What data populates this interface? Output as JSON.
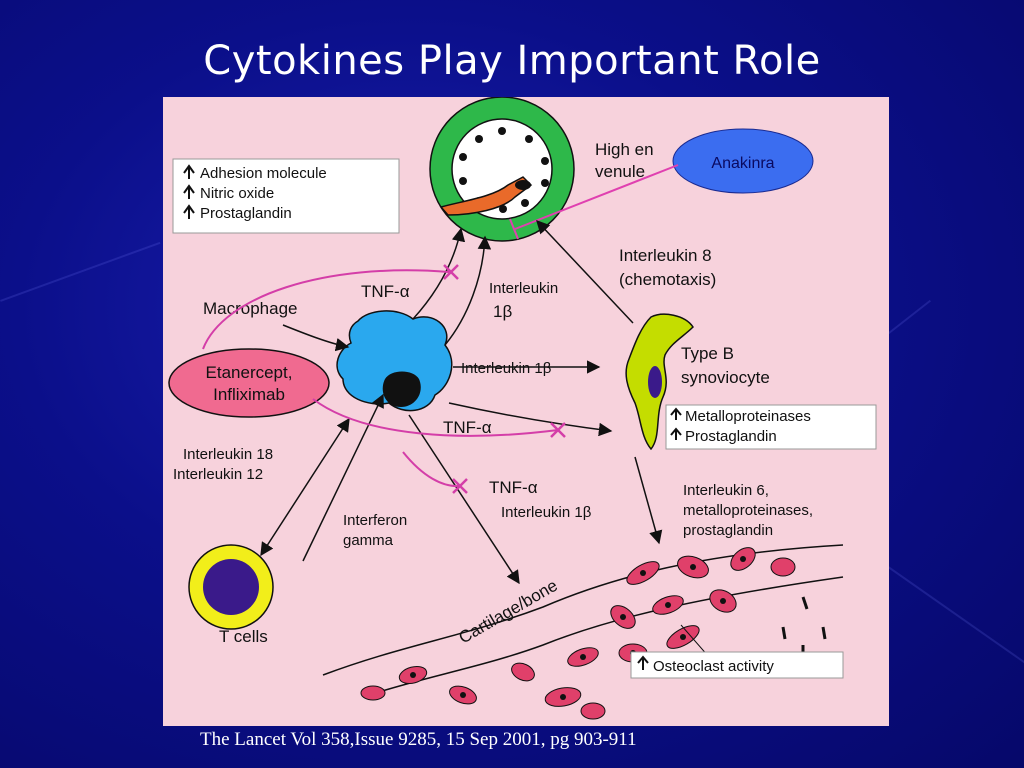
{
  "slide": {
    "title": "Cytokines Play Important Role",
    "citation": "The Lancet  Vol 358,Issue 9285, 15 Sep 2001, pg 903-911"
  },
  "diagram": {
    "venule_label_line1": "High en",
    "venule_label_line2": "venule",
    "anakinra": "Anakinra",
    "venule_effects": [
      "Adhesion molecule",
      "Nitric oxide",
      "Prostaglandin"
    ],
    "macrophage": "Macrophage",
    "tnf_alpha_1": "TNF-α",
    "il1b_up_line1": "Interleukin",
    "il1b_up_line2": "1β",
    "il8_line1": "Interleukin 8",
    "il8_line2": "(chemotaxis)",
    "etanercept_line1": "Etanercept,",
    "etanercept_line2": "Infliximab",
    "il1b_mid": "Interleukin 1β",
    "synoviocyte_line1": "Type B",
    "synoviocyte_line2": "synoviocyte",
    "synoviocyte_effects": [
      "Metalloproteinases",
      "Prostaglandin"
    ],
    "tnf_alpha_2": "TNF-α",
    "il18": "Interleukin 18",
    "il12": "Interleukin 12",
    "tnf_alpha_3": "TNF-α",
    "il1b_low": "Interleukin 1β",
    "il6_line1": "Interleukin 6,",
    "il6_line2": "metalloproteinases,",
    "il6_line3": "prostaglandin",
    "ifn_line1": "Interferon",
    "ifn_line2": "gamma",
    "t_cells": "T cells",
    "cartilage": "Cartilage/bone",
    "osteoclast": "Osteoclast activity"
  },
  "colors": {
    "background": "#0b0f8a",
    "figure_bg": "#f7d2dc",
    "macrophage": "#2aa8ee",
    "synoviocyte": "#c4dd00",
    "venule_ring": "#2eb84a",
    "anakinra_fill": "#3b6df0",
    "etanercept_fill": "#f06a90",
    "inhibitor_line": "#e040b0",
    "cell_pink": "#e0406a"
  }
}
